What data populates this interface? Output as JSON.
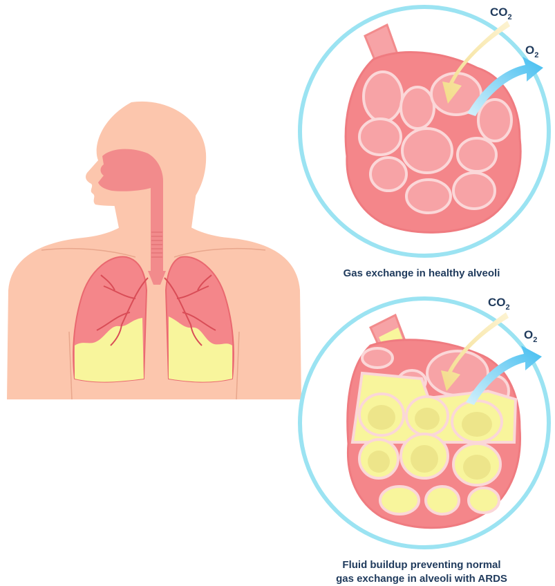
{
  "healthy_panel": {
    "co2_main": "CO",
    "co2_sub": "2",
    "o2_main": "O",
    "o2_sub": "2",
    "caption": "Gas exchange in healthy alveoli"
  },
  "ards_panel": {
    "co2_main": "CO",
    "co2_sub": "2",
    "o2_main": "O",
    "o2_sub": "2",
    "caption_line1": "Fluid buildup preventing normal",
    "caption_line2": "gas exchange in alveoli with ARDS"
  },
  "colors": {
    "skin": "#fcc6ad",
    "airway": "#f28b8c",
    "lung": "#f4868a",
    "lung_tissue": "#f7a3a6",
    "fluid": "#f8f59c",
    "ring": "#9be3f2",
    "co2_arrow": "#f8e6a6",
    "o2_arrow": "#4fc3f2",
    "text": "#1f3a5c"
  }
}
